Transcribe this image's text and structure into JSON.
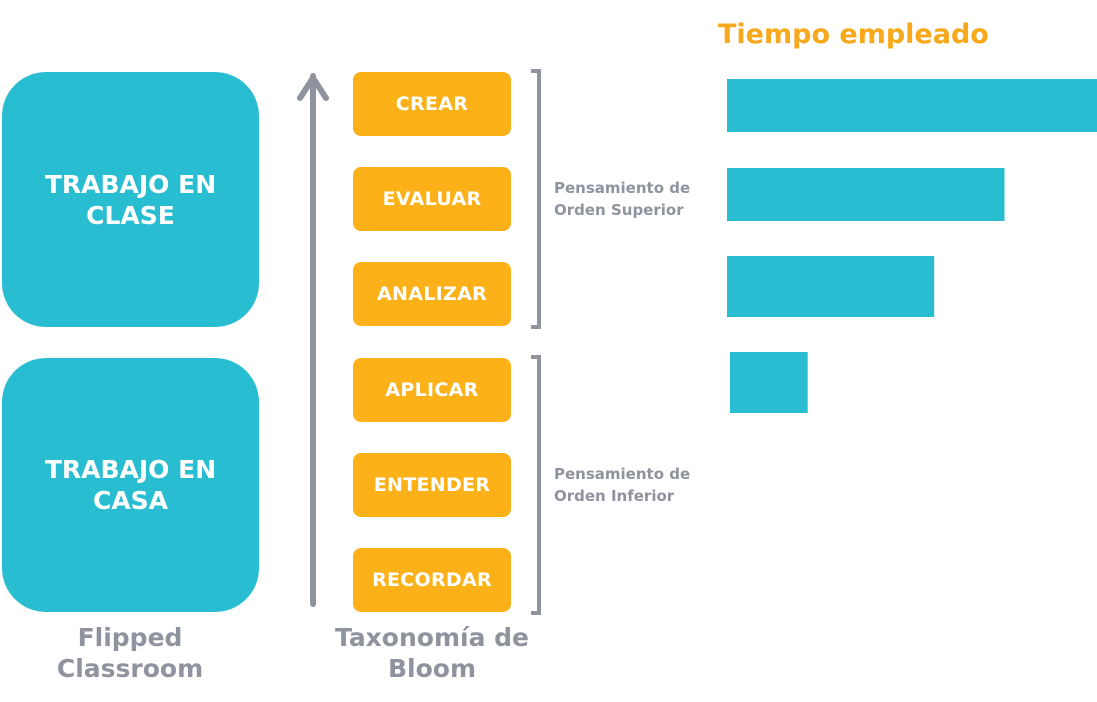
{
  "flipped": {
    "class_block": "TRABAJO EN CLASE",
    "home_block": "TRABAJO EN CASA",
    "caption_line1": "Flipped",
    "caption_line2": "Classroom"
  },
  "bloom": {
    "levels": [
      "CREAR",
      "EVALUAR",
      "ANALIZAR",
      "APLICAR",
      "ENTENDER",
      "RECORDAR"
    ],
    "caption_line1": "Taxonomía de",
    "caption_line2": "Bloom",
    "upper_group_line1": "Pensamiento de",
    "upper_group_line2": "Orden Superior",
    "lower_group_line1": "Pensamiento de",
    "lower_group_line2": "Orden Inferior"
  },
  "colors": {
    "teal": "#29bdd2",
    "orange": "#fbb117",
    "title_orange": "#f7a81b",
    "gray": "#8f939e"
  },
  "icons": [
    "up-arrow-icon"
  ],
  "chart_data": {
    "type": "bar",
    "orientation": "horizontal",
    "title": "Tiempo empleado",
    "series": [
      {
        "values": [
          100,
          75,
          56,
          21
        ]
      }
    ],
    "axis": "none",
    "grid": false
  }
}
